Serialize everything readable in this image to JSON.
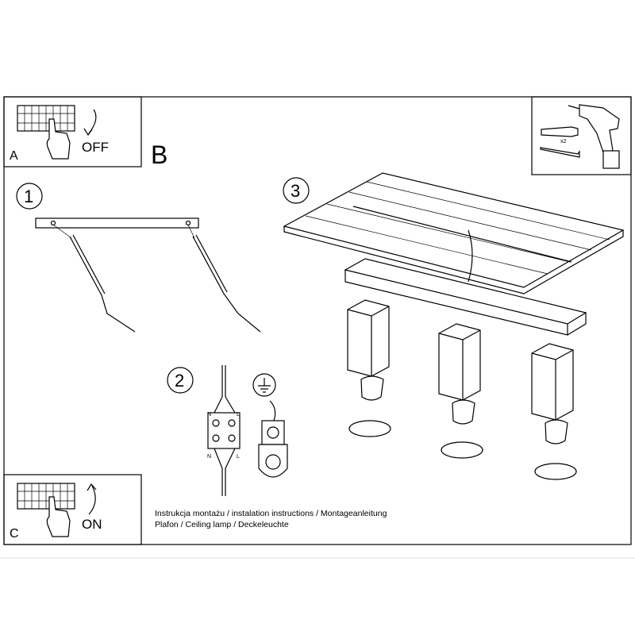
{
  "panels": {
    "a": {
      "letter": "A",
      "label": "OFF"
    },
    "c": {
      "letter": "C",
      "label": "ON"
    },
    "b": {
      "letter": "B"
    }
  },
  "steps": [
    "1",
    "2",
    "3"
  ],
  "tools": {
    "quantity": "x2"
  },
  "wiring": {
    "left_top": "N",
    "right_top": "L",
    "left_bottom": "N",
    "right_bottom": "L"
  },
  "footer": {
    "line1": "Instrukcja montażu / instalation instructions / Montageanleitung",
    "line2": "Plafon / Ceiling lamp / Deckeleuchte"
  }
}
